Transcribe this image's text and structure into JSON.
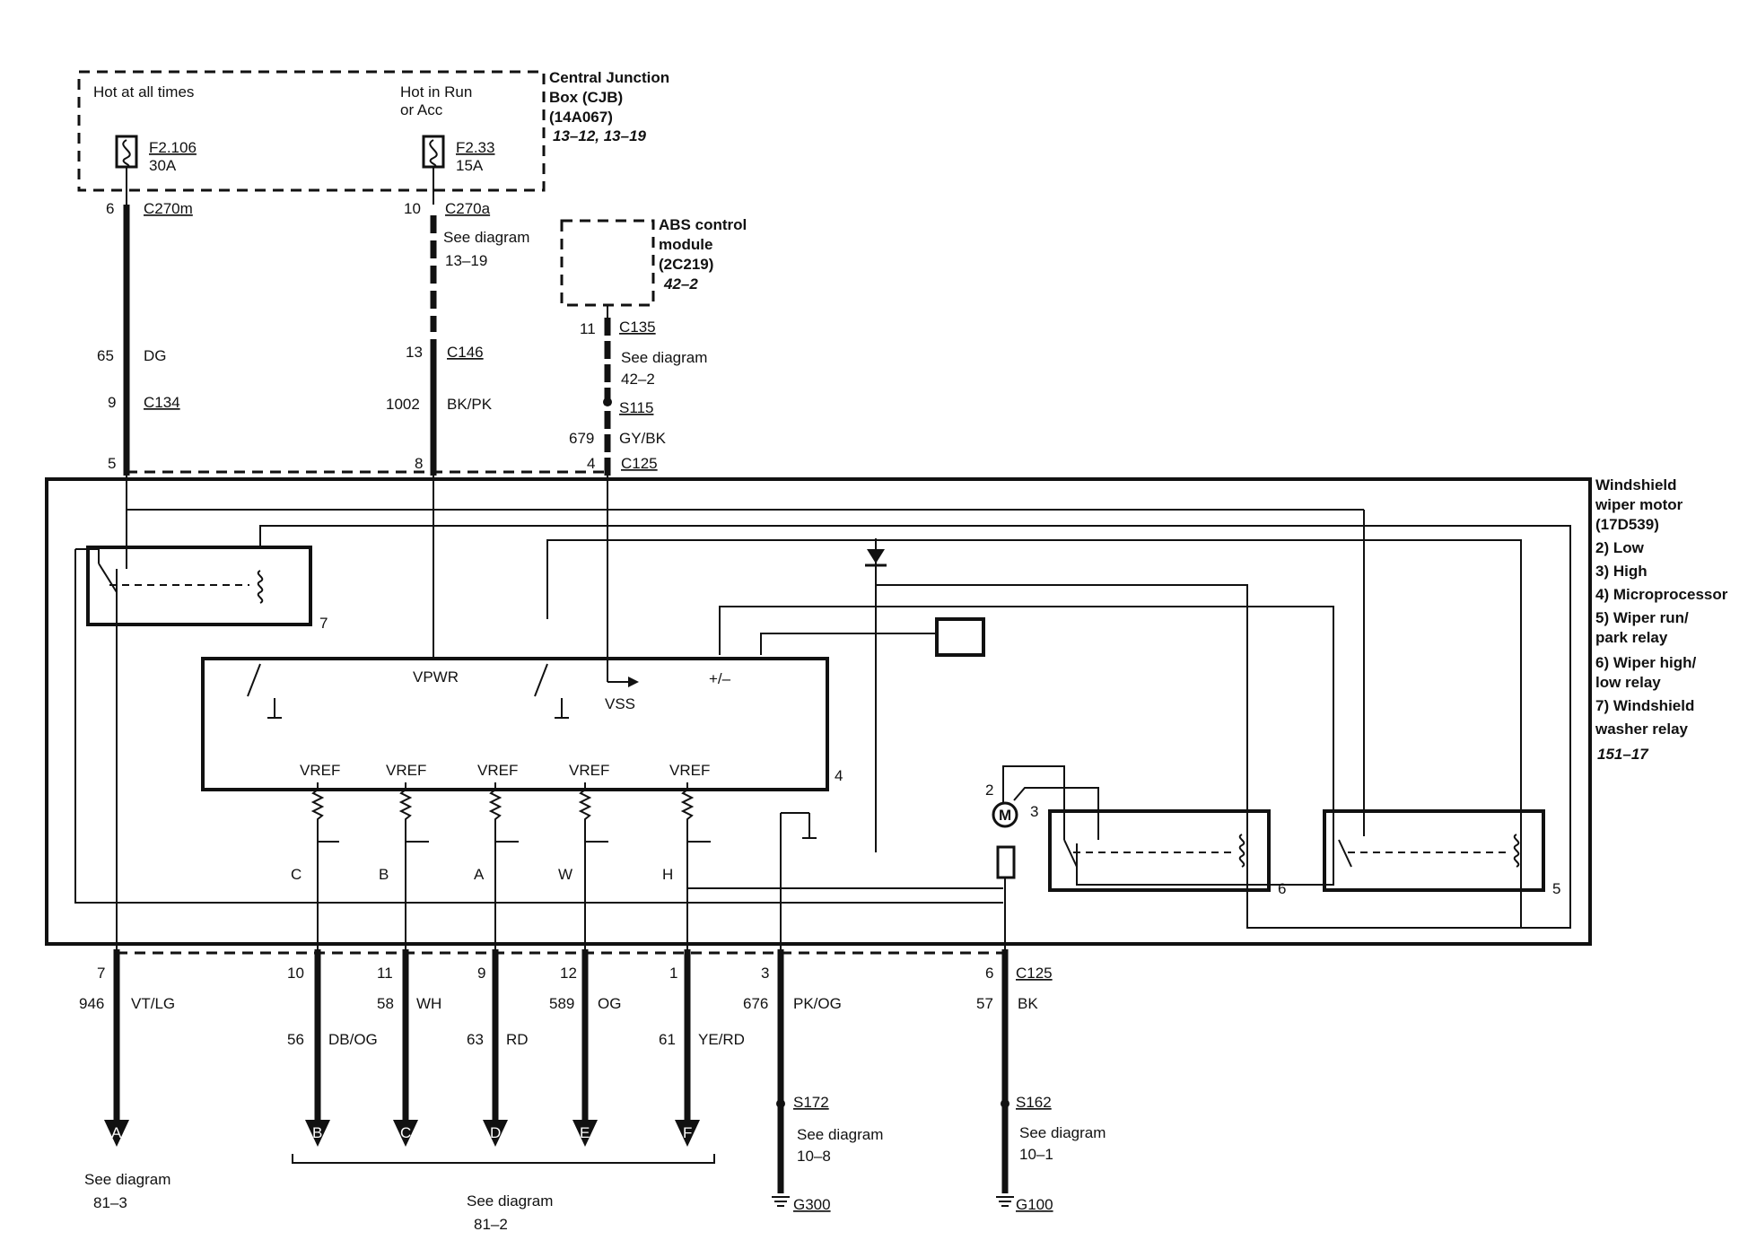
{
  "cjb": {
    "hot_all": "Hot at all times",
    "hot_run_1": "Hot in Run",
    "hot_run_2": "or Acc",
    "title_1": "Central Junction",
    "title_2": "Box (CJB)",
    "title_3": "(14A067)",
    "title_4": "13–12, 13–19",
    "fuse1_id": "F2.106",
    "fuse1_amp": "30A",
    "fuse2_id": "F2.33",
    "fuse2_amp": "15A"
  },
  "abs": {
    "t1": "ABS control",
    "t2": "module",
    "t3": "(2C219)",
    "t4": "42–2"
  },
  "wire1": {
    "pin_top": "6",
    "conn_top": "C270m",
    "circuit": "65",
    "color": "DG",
    "pin_mid": "9",
    "conn_mid": "C134",
    "pin_bot": "5"
  },
  "wire2": {
    "pin_top": "10",
    "conn_top": "C270a",
    "see_1": "See diagram",
    "see_2": "13–19",
    "pin_mid": "13",
    "conn_mid": "C146",
    "circuit": "1002",
    "color": "BK/PK",
    "pin_bot": "8"
  },
  "wire3": {
    "pin_top": "11",
    "conn_top": "C135",
    "see_1": "See diagram",
    "see_2": "42–2",
    "splice": "S115",
    "circuit": "679",
    "color": "GY/BK",
    "pin_bot": "4",
    "conn_bot": "C125"
  },
  "motor": {
    "t1": "Windshield",
    "t2": "wiper motor",
    "t3": "(17D539)",
    "items": [
      "2) Low",
      "3) High",
      "4) Microprocessor",
      "5) Wiper run/",
      "park relay",
      "6) Wiper high/",
      "low relay",
      "7) Windshield",
      "washer relay"
    ],
    "ref": "151–17"
  },
  "internal": {
    "vpwr": "VPWR",
    "vss": "VSS",
    "plusminus": "+/–",
    "vref": "VREF",
    "relay7": "7",
    "micro": "4",
    "relay6": "6",
    "relay5": "5",
    "m_pin2": "2",
    "m_pin3": "3",
    "m": "M",
    "sw_c": "C",
    "sw_b": "B",
    "sw_a": "A",
    "sw_w": "W",
    "sw_h": "H"
  },
  "bottom": {
    "pinA": "7",
    "circA": "946",
    "colA": "VT/LG",
    "pinB": "10",
    "circB": "56",
    "colB": "DB/OG",
    "pinC": "11",
    "circC": "58",
    "colC": "WH",
    "pinD": "9",
    "circD": "63",
    "colD": "RD",
    "pinE": "12",
    "circE": "589",
    "colE": "OG",
    "pinF": "1",
    "circF": "61",
    "colF": "YE/RD",
    "pinG": "3",
    "circG": "676",
    "colG": "PK/OG",
    "pinH": "6",
    "connH": "C125",
    "circH": "57",
    "colH": "BK",
    "arrowA": "A",
    "arrowB": "B",
    "arrowC": "C",
    "arrowD": "D",
    "arrowE": "E",
    "arrowF": "F",
    "seeA_1": "See diagram",
    "seeA_2": "81–3",
    "seeBF_1": "See diagram",
    "seeBF_2": "81–2",
    "spliceG": "S172",
    "seeG_1": "See diagram",
    "seeG_2": "10–8",
    "groundG": "G300",
    "spliceH": "S162",
    "seeH_1": "See diagram",
    "seeH_2": "10–1",
    "groundH": "G100"
  }
}
